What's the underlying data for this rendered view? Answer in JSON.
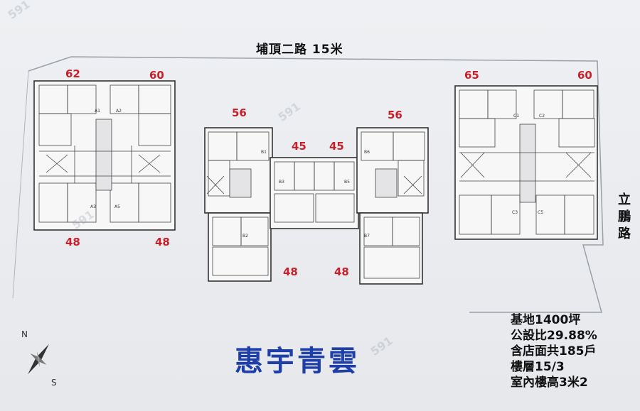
{
  "road_top": "埔頂二路  15米",
  "road_right": [
    "立",
    "鵬",
    "路"
  ],
  "project_title": "惠宇青雲",
  "info": [
    "基地1400坪",
    "公設比29.88%",
    "含店面共185戶",
    "樓層15/3",
    "室內樓高3米2"
  ],
  "units": {
    "a_top_left": "62",
    "a_top_right": "60",
    "a_bottom_left": "48",
    "a_bottom_right": "48",
    "b_top_left": "56",
    "b_mid_left": "45",
    "b_mid_right": "45",
    "b_top_right": "56",
    "b_bottom_left": "48",
    "b_bottom_right": "48",
    "c_top_left": "65",
    "c_top_right": "60"
  },
  "compass": {
    "n": "N",
    "s": "S"
  },
  "watermark": "591",
  "colors": {
    "unit_red": "#c8202b",
    "title_blue": "#1f3fa8"
  }
}
